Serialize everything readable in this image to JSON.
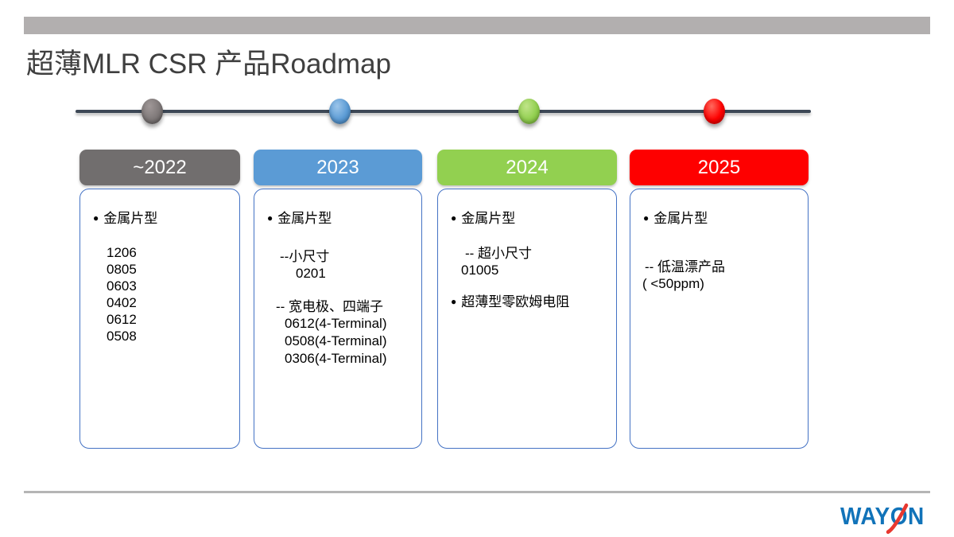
{
  "slide": {
    "title": "超薄MLR CSR 产品Roadmap",
    "bullet_glyph": "●"
  },
  "timeline": {
    "dot_colors": [
      "#7e7878",
      "#5b9bd5",
      "#92d050",
      "#fe0000"
    ]
  },
  "colors": {
    "header_2022": "#716e6e",
    "header_2023": "#5b9bd5",
    "header_2024": "#92d050",
    "header_2025": "#fe0000",
    "box_border": "#4472c4",
    "timeline_line": "#3d4856",
    "title_text": "#3f3f3f",
    "logo_blue": "#1173b9",
    "logo_red": "#e8382f"
  },
  "columns": [
    {
      "year": "~2022",
      "bullet1": "金属片型",
      "sizes": [
        "1206",
        "0805",
        "0603",
        "0402",
        "0612",
        "0508"
      ]
    },
    {
      "year": "2023",
      "bullet1": "金属片型",
      "group1_title": "--小尺寸",
      "group1_item": "0201",
      "group2_title": "-- 宽电极、四端子",
      "group2_items": [
        "0612(4-Terminal)",
        "0508(4-Terminal)",
        "0306(4-Terminal)"
      ]
    },
    {
      "year": "2024",
      "bullet1": "金属片型",
      "group1_title": "-- 超小尺寸",
      "group1_item": "01005",
      "bullet2": "超薄型零欧姆电阻"
    },
    {
      "year": "2025",
      "bullet1": "金属片型",
      "group1_title": "-- 低温漂产品",
      "group1_item": "( <50ppm)"
    }
  ],
  "footer": {
    "logo_part1": "WAY",
    "logo_part2": "O",
    "logo_part3": "N"
  }
}
